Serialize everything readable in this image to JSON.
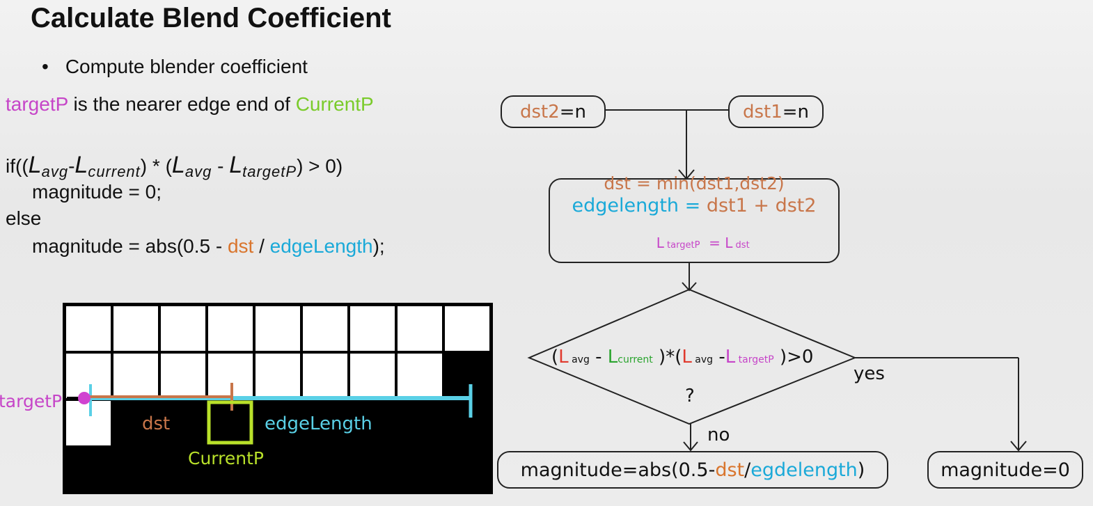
{
  "title": "Calculate Blend Coefficient",
  "bullet": {
    "marker": "•",
    "text": "Compute blender coefficient"
  },
  "description": {
    "target": "targetP",
    "middle": " is the nearer edge end of ",
    "current": "CurrentP"
  },
  "code": {
    "if_prefix": "if((",
    "L": "L",
    "avg": "avg",
    "minus": "-",
    "current": "current",
    "mid": ") * (",
    "minus2": " - ",
    "targetP": "targetP",
    "if_suffix": ") > 0)",
    "line2": "magnitude = 0;",
    "line3": "else",
    "line4_prefix": "magnitude = abs(0.5 - ",
    "line4_dst": "dst",
    "line4_slash": " / ",
    "line4_edge": "edgeLength",
    "line4_suffix": ");"
  },
  "grid_diagram": {
    "target_label": "targetP",
    "dst_label": "dst",
    "edge_label": "edgeLength",
    "current_label": "CurrentP"
  },
  "flowchart": {
    "dst2_label": "dst2",
    "dst2_value": "=n",
    "dst1_label": "dst1",
    "dst1_value": "=n",
    "calc_line1": "dst = min(dst1,dst2)",
    "calc_line2_edge": "edgelength",
    "calc_line2_eq": " = ",
    "calc_line2_rest": "dst1 + dst2",
    "calc_line3_L1": "L",
    "calc_line3_sub1": " targetP",
    "calc_line3_eq": "  = ",
    "calc_line3_L2": "L",
    "calc_line3_sub2": " dst",
    "cond_open": "(",
    "cond_L": "L",
    "cond_avg": " avg",
    "cond_minus": " - ",
    "cond_current": "current",
    "cond_mid": " )*(",
    "cond_minus2": " -",
    "cond_targetP": " targetP",
    "cond_close": " )>0",
    "cond_q": "?",
    "yes_label": "yes",
    "no_label": "no",
    "mag_abs_prefix": "magnitude=abs(0.5-",
    "mag_abs_dst": "dst",
    "mag_abs_slash": "/",
    "mag_abs_edge": "egdelength",
    "mag_abs_suffix": ")",
    "mag_zero": "magnitude=0"
  },
  "colors": {
    "magenta": "#c645c8",
    "lime": "#7acb2a",
    "orange": "#c8764a",
    "cyan": "#1aa9d8",
    "red": "#e03a2e",
    "green": "#2aa42e"
  }
}
